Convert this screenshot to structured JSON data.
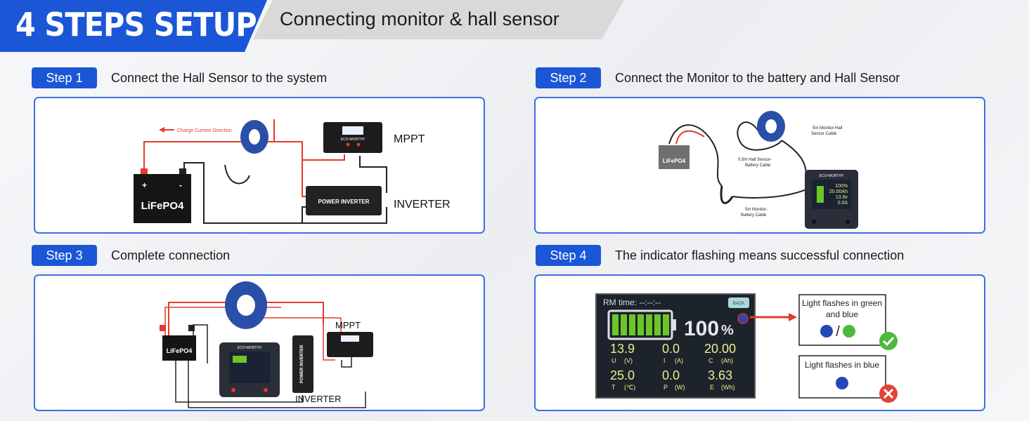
{
  "header": {
    "title": "4 STEPS SETUP",
    "subtitle": "Connecting monitor & hall sensor"
  },
  "steps": [
    {
      "label": "Step 1",
      "caption": "Connect the Hall Sensor to the system"
    },
    {
      "label": "Step 2",
      "caption": "Connect the Monitor to the battery and Hall Sensor"
    },
    {
      "label": "Step 3",
      "caption": "Complete connection"
    },
    {
      "label": "Step 4",
      "caption": "The indicator flashing means successful connection"
    }
  ],
  "diagram1": {
    "direction": "Charge Current Direction",
    "battery": "LiFePO4",
    "mppt": "MPPT",
    "inverter": "INVERTER",
    "inverter_box": "POWER INVERTER",
    "brand": "ECO-WORTHY"
  },
  "diagram2": {
    "battery": "LiFePO4",
    "cable1a": "5m Monitor-Hall",
    "cable1b": "Sensor Cable",
    "cable2a": "0.5m Hall Sensor-",
    "cable2b": "Battery Cable",
    "cable3a": "5m Monitor-",
    "cable3b": "Battery Cable",
    "brand": "ECO-WORTHY",
    "mini": [
      "100%",
      "20.00Ah",
      "13.9v",
      "0.0A"
    ]
  },
  "diagram3": {
    "battery": "LiFePO4",
    "mppt": "MPPT",
    "inverter": "INVERTER",
    "inverter_box": "POWER INVERTER",
    "brand": "ECO-WORTHY"
  },
  "display": {
    "rm_label": "RM time: --:--:--",
    "back": "BACK",
    "percent": "100",
    "pct_sign": "%",
    "readings": [
      {
        "value": "13.9",
        "sym": "U",
        "unit": "(V)"
      },
      {
        "value": "0.0",
        "sym": "I",
        "unit": "(A)"
      },
      {
        "value": "20.00",
        "sym": "C",
        "unit": "(Ah)"
      },
      {
        "value": "25.0",
        "sym": "T",
        "unit": "(℃)"
      },
      {
        "value": "0.0",
        "sym": "P",
        "unit": "(W)"
      },
      {
        "value": "3.63",
        "sym": "E",
        "unit": "(Wh)"
      }
    ]
  },
  "indicator": {
    "ok_line1": "Light flashes in green",
    "ok_line2": "and blue",
    "sep": "/",
    "bad_text": "Light flashes in blue"
  },
  "colors": {
    "accent": "#1a56d6",
    "panel_border": "#3d6fe0",
    "screen_green": "#e9ef8a",
    "battery_green": "#6cc628",
    "ok": "#4cba3a",
    "bad": "#e0453a"
  }
}
